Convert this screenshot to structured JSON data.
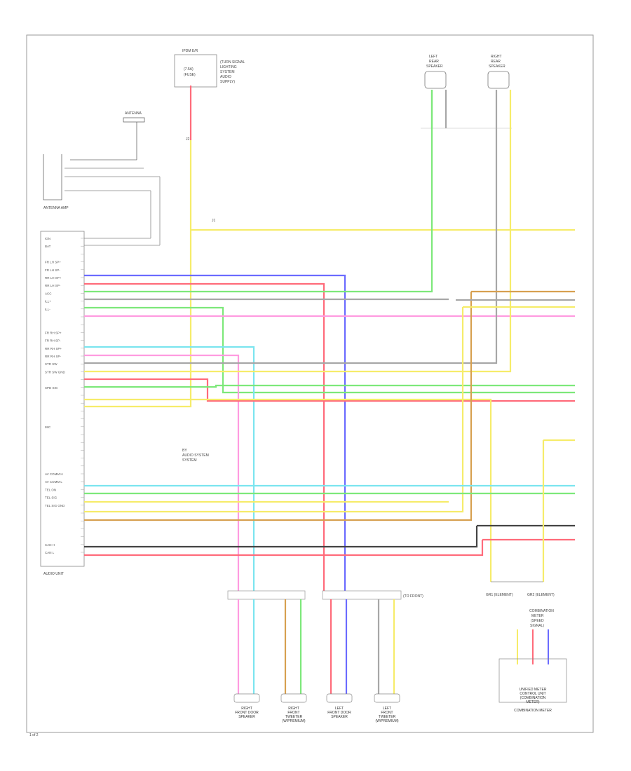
{
  "page_ref": "1 of 2",
  "fuse_box": {
    "lines": [
      "IPDM E/R",
      "(7.5A)",
      "(FUSE)"
    ],
    "note": [
      "(TURN SIGNAL",
      "LIGHTING",
      "SYSTEM",
      "AUDIO",
      "SUPPLY)"
    ]
  },
  "antenna_label": "ANTENNA",
  "antenna_amp_label": "ANTENNA AMP",
  "audio_unit_label": "AUDIO UNIT",
  "junction_labels": [
    "J1",
    "J2"
  ],
  "speaker_left_label": [
    "LEFT",
    "REAR",
    "SPEAKER"
  ],
  "speaker_right_label": [
    "RIGHT",
    "REAR",
    "SPEAKER"
  ],
  "connector_label": "(TO FRONT)",
  "bottom_speakers": [
    [
      "RIGHT",
      "FRONT DOOR",
      "SPEAKER"
    ],
    [
      "RIGHT",
      "FRONT",
      "TWEETER",
      "(W/PREMIUM)"
    ],
    [
      "LEFT",
      "FRONT DOOR",
      "SPEAKER"
    ],
    [
      "LEFT",
      "FRONT",
      "TWEETER",
      "(W/PREMIUM)"
    ]
  ],
  "ground_labels": [
    "GR1 (ELEMENT)",
    "GR2 (ELEMENT)"
  ],
  "meter_label": [
    "COMBINATION",
    "METER",
    "(SPEED",
    "SIGNAL)"
  ],
  "meter_caption": [
    "UNIFIED METER",
    "CONTROL UNIT",
    "(COMBINATION",
    "METER)"
  ],
  "meter_box_label": "COMBINATION METER",
  "gnd_note": [
    "BY",
    "AUDIO SYSTEM",
    "SYSTEM"
  ],
  "audio_pins": [
    "IGN",
    "BAT",
    "",
    "FR LH SP+",
    "FR LH SP-",
    "RR LH SP+",
    "RR LH SP-",
    "ACC",
    "ILL+",
    "ILL-",
    "",
    "",
    "FR RH SP+",
    "FR RH SP-",
    "RR RH SP+",
    "RR RH SP-",
    "STR SW",
    "STR SW GND",
    "",
    "SPD SIG",
    "",
    "",
    "",
    "",
    "MIC",
    "",
    "",
    "",
    "",
    "",
    "AV COMM H",
    "AV COMM L",
    "TEL ON",
    "TEL SIG",
    "TEL SIG GND",
    "",
    "",
    "",
    "",
    "CAN H",
    "CAN L"
  ],
  "colors": {
    "red": "#ff6b7a",
    "yellow": "#f6ec6a",
    "green": "#7de87a",
    "blue": "#6b6bff",
    "cyan": "#7be5ef",
    "pink": "#ff9be0",
    "orange": "#d7a050",
    "gray": "#a7a7a7",
    "black": "#444444"
  }
}
